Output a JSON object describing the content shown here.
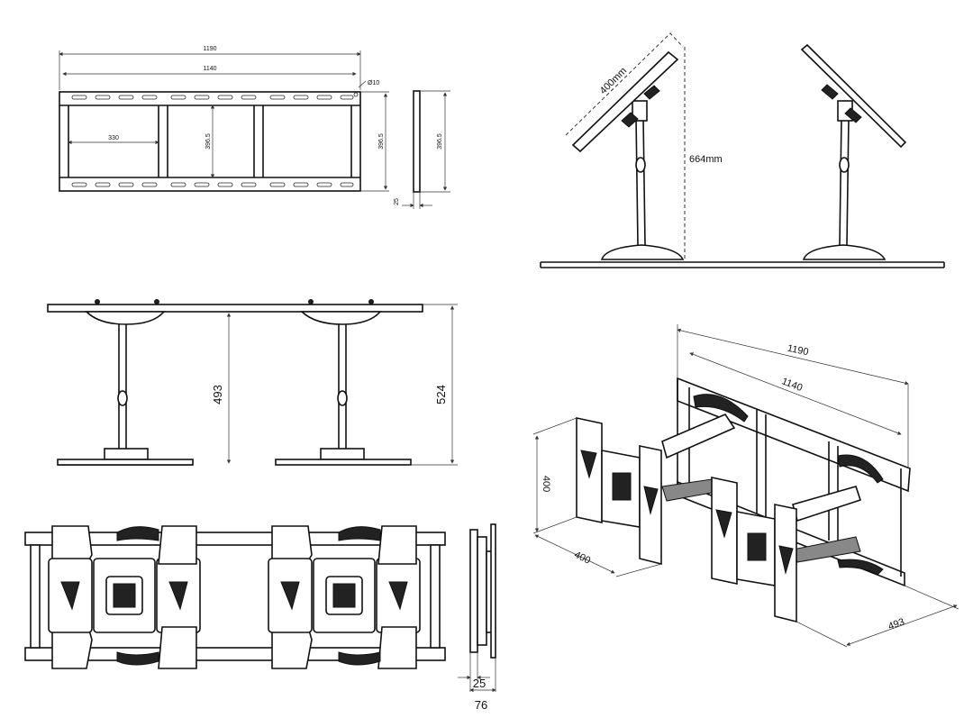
{
  "top_left": {
    "outer_width": "1190",
    "inner_width": "1140",
    "hole": "Ø10",
    "span": "330",
    "height_a": "396.5",
    "height_b": "396.5",
    "height_c": "396.5",
    "thickness": "25"
  },
  "top_right": {
    "panel_size": "400mm",
    "height": "664mm"
  },
  "middle_left": {
    "height_inner": "493",
    "height_outer": "524"
  },
  "bottom_left": {
    "depth_a": "25",
    "depth_b": "76"
  },
  "iso": {
    "width_outer": "1190",
    "width_inner": "1140",
    "plate_height": "400",
    "plate_width": "400",
    "reach": "493"
  },
  "colors": {
    "line": "#111111",
    "background": "#ffffff"
  }
}
